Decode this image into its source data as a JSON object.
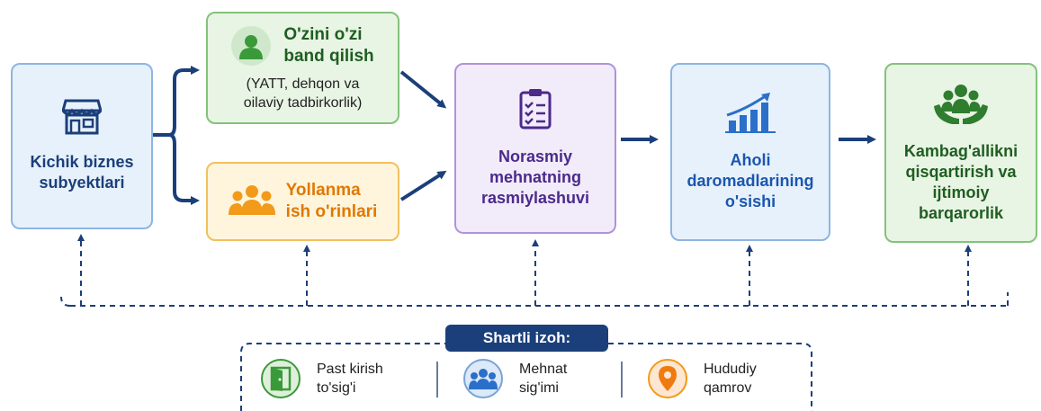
{
  "colors": {
    "navy": "#1b3f7a",
    "blue": "#2a6fc9",
    "green": "#3a9a3a",
    "orange": "#f29a1a",
    "purple": "#6a3fb5"
  },
  "nodes": {
    "small_business": {
      "label": "Kichik biznes\nsubyektlari",
      "icon": "storefront-icon"
    },
    "self_employment": {
      "title": "O'zini o'zi\nband qilish",
      "subtitle": "(YATT, dehqon va\noilaviy tadbirkorlik)",
      "icon": "person-icon"
    },
    "hired_jobs": {
      "label": "Yollanma\nish o'rinlari",
      "icon": "group-icon"
    },
    "formalization": {
      "label": "Norasmiy\nmehnatning\nrasmiylashuvi",
      "icon": "clipboard-checklist-icon"
    },
    "income_growth": {
      "label": "Aholi\ndaromadlarining\no'sishi",
      "icon": "growth-chart-icon"
    },
    "poverty_reduction": {
      "label": "Kambag'allikni\nqisqartirish va\nijtimoiy\nbarqarorlik",
      "icon": "community-hands-icon"
    }
  },
  "legend": {
    "title": "Shartli izoh:",
    "items": [
      {
        "label": "Past kirish\nto'sig'i",
        "icon": "door-icon"
      },
      {
        "label": "Mehnat\nsig'imi",
        "icon": "people-icon"
      },
      {
        "label": "Hududiy\nqamrov",
        "icon": "location-pin-icon"
      }
    ]
  }
}
